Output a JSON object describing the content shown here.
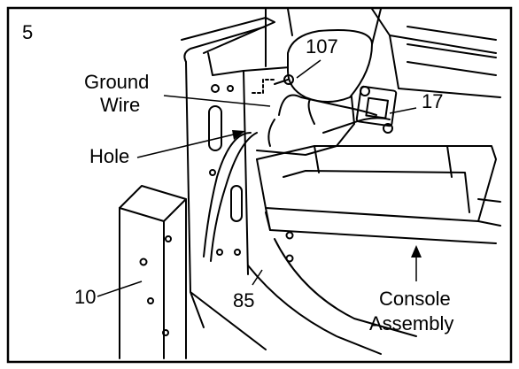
{
  "step_number": "5",
  "callouts": {
    "part_107": "107",
    "ground_wire_line1": "Ground",
    "ground_wire_line2": "Wire",
    "part_17": "17",
    "hole": "Hole",
    "part_10": "10",
    "part_85": "85",
    "console_line1": "Console",
    "console_line2": "Assembly"
  }
}
